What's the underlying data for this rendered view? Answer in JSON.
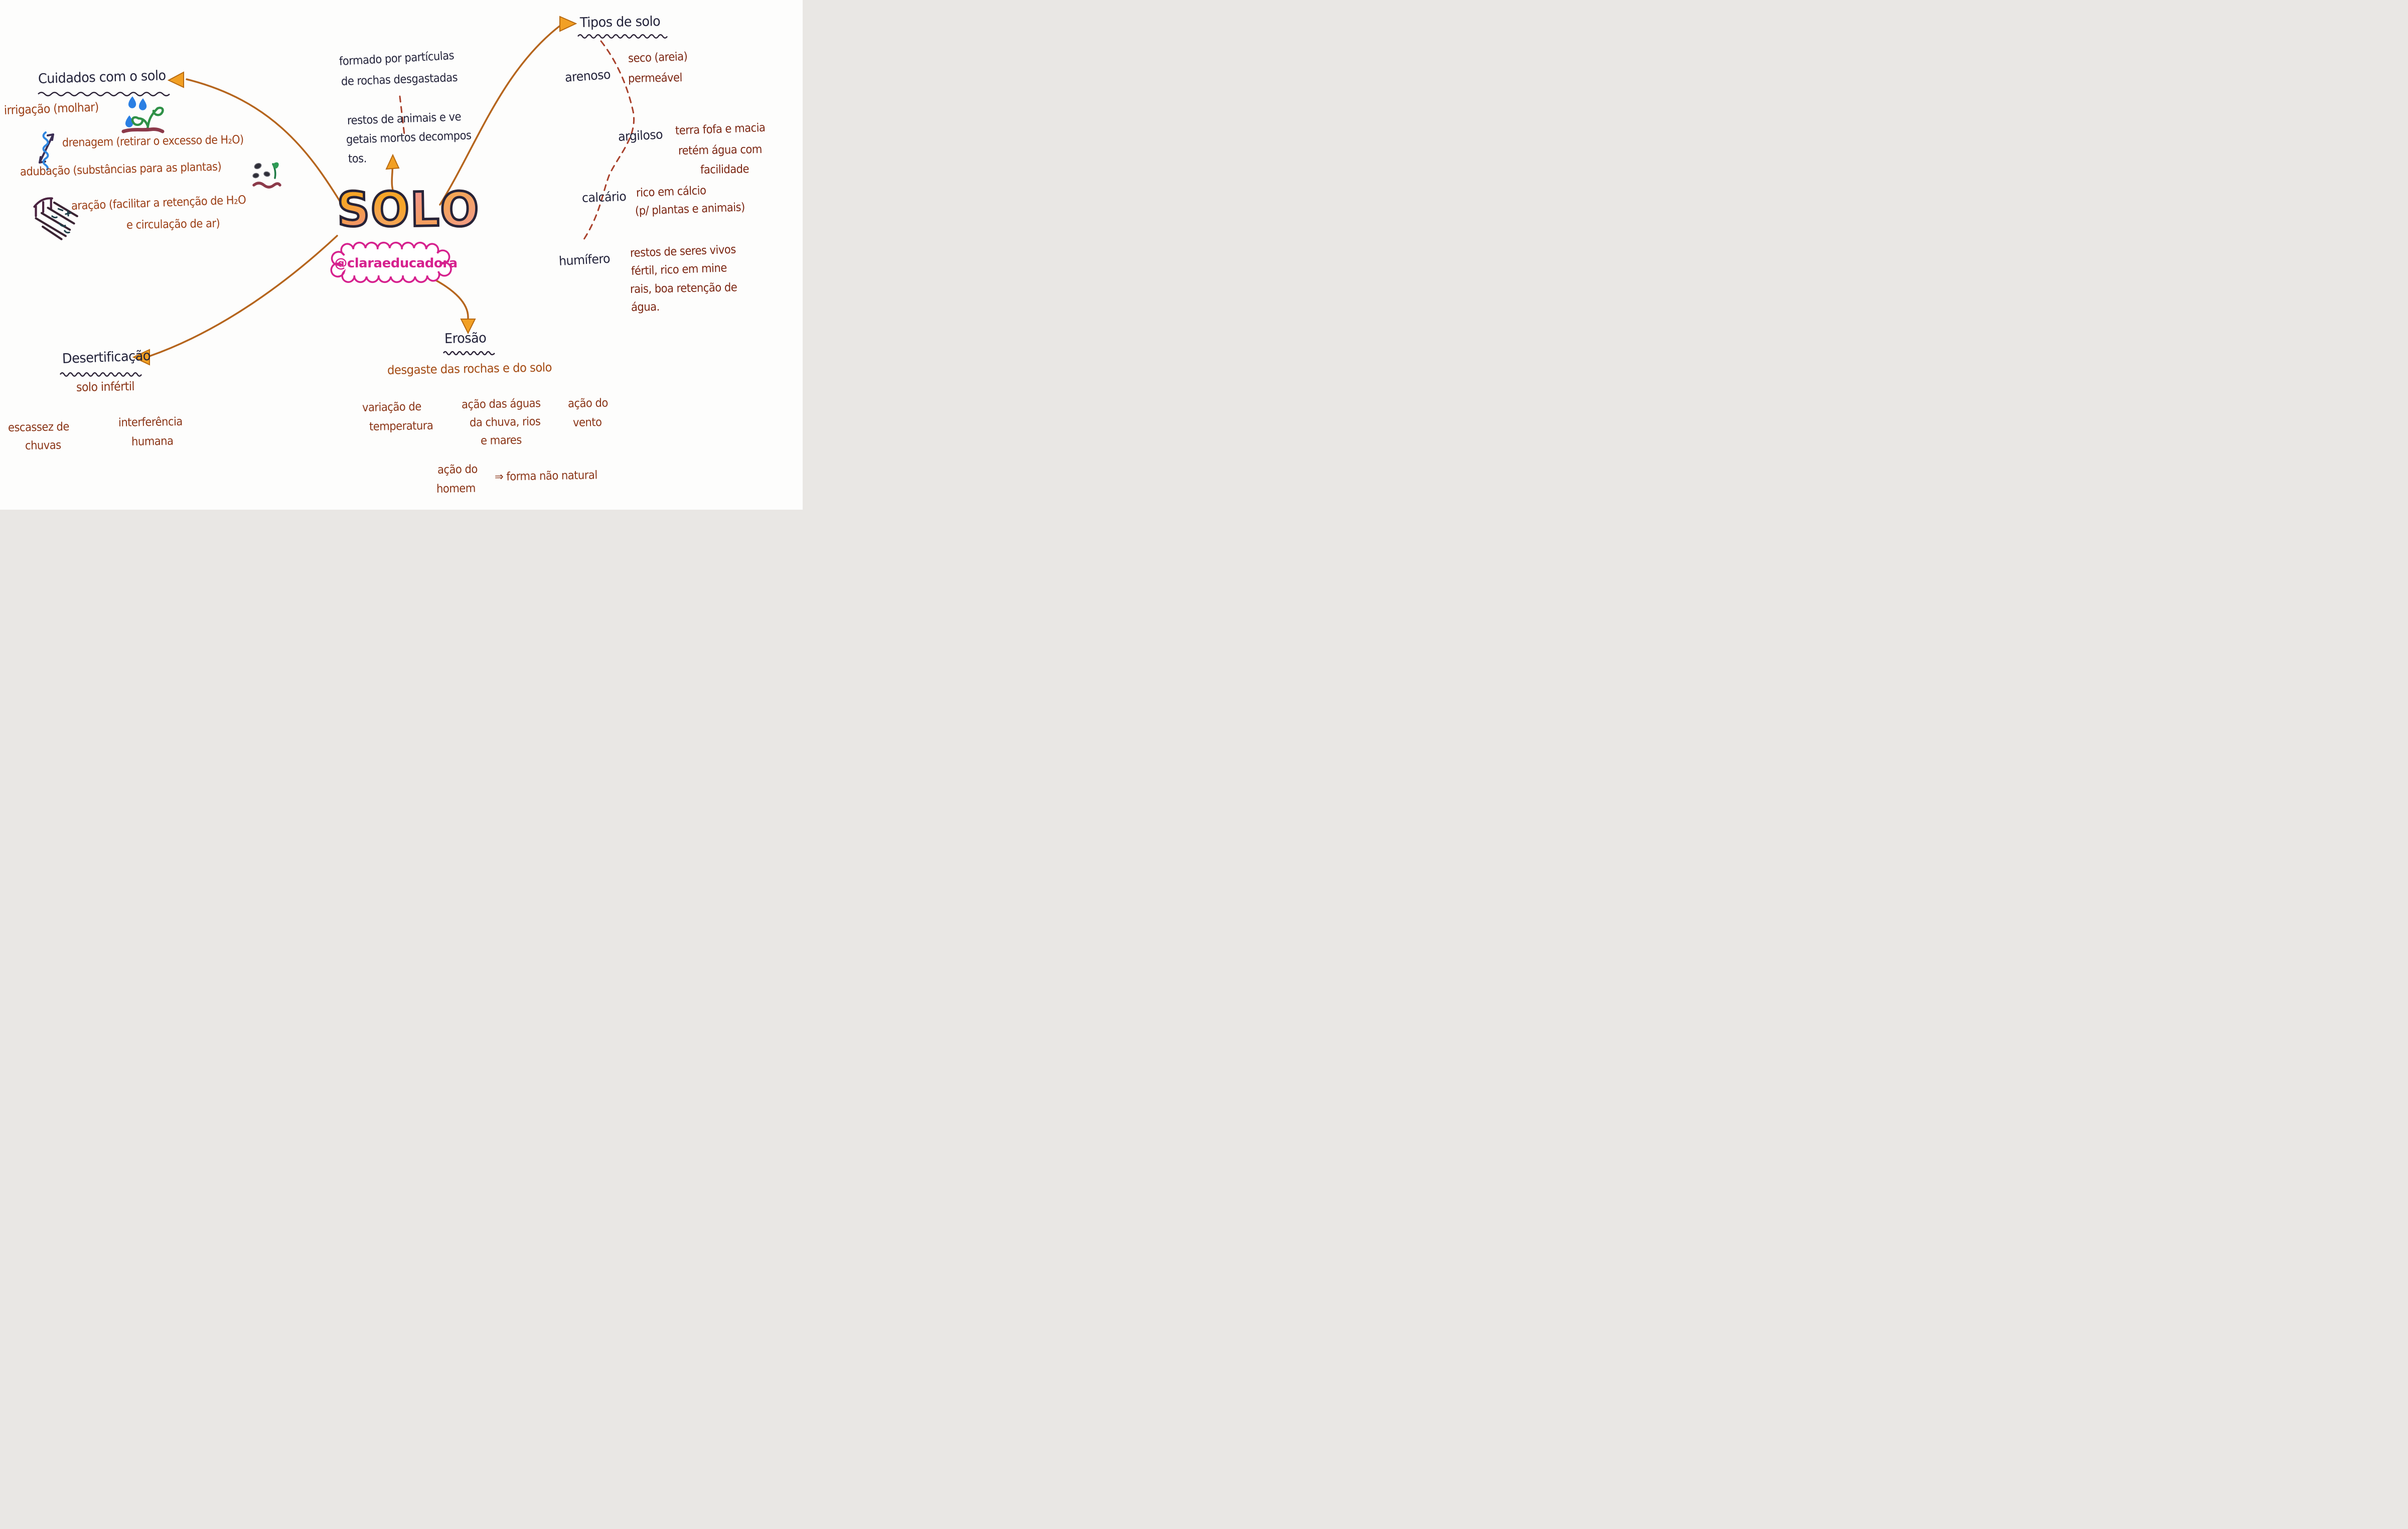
{
  "palette": {
    "ink": "#23233a",
    "brown_text": "#8a3517",
    "dark_red_text": "#7c2713",
    "connector_orange": "#b5651d",
    "arrowhead_orange": "#f2a024",
    "magenta": "#d6218e",
    "drop_blue": "#2a7fe3",
    "plant_green": "#2f9147",
    "soil_red": "#8c3a4a",
    "logo_orange": "#f7a528",
    "logo_pink": "#f0907c"
  },
  "center": {
    "title_letters": [
      "S",
      "O",
      "L",
      "O"
    ],
    "handle": "@claraeducadora",
    "definition_particles": [
      "formado por partículas",
      "de rochas desgastadas"
    ],
    "definition_organic": [
      "restos de animais e ve",
      "getais mortos decompos",
      "tos."
    ]
  },
  "cuidados": {
    "title": "Cuidados com o solo",
    "irrigacao": "irrigação (molhar)",
    "drenagem": "drenagem (retirar o excesso de H₂O)",
    "adubacao": "adubação (substâncias para as plantas)",
    "aracao": [
      "aração (facilitar a retenção de H₂O",
      "e circulação de ar)"
    ]
  },
  "tipos": {
    "title": "Tipos de solo",
    "arenoso": {
      "name": "arenoso",
      "lines": [
        "seco (areia)",
        "permeável"
      ]
    },
    "argiloso": {
      "name": "argiloso",
      "lines": [
        "terra fofa e macia",
        "retém água com",
        "facilidade"
      ]
    },
    "calcario": {
      "name": "calcário",
      "lines": [
        "rico em cálcio",
        "(p/ plantas e animais)"
      ]
    },
    "humifero": {
      "name": "humífero",
      "lines": [
        "restos de seres vivos",
        "fértil, rico em mine",
        "rais, boa retenção de",
        "água."
      ]
    }
  },
  "desertificacao": {
    "title": "Desertificação",
    "subtitle": "solo infértil",
    "causa_chuvas": [
      "escassez de",
      "chuvas"
    ],
    "causa_humana": [
      "interferência",
      "humana"
    ]
  },
  "erosao": {
    "title": "Erosão",
    "subtitle": "desgaste das rochas e do solo",
    "causa_temperatura": [
      "variação de",
      "temperatura"
    ],
    "causa_aguas": [
      "ação das águas",
      "da chuva, rios",
      "e mares"
    ],
    "causa_vento": [
      "ação do",
      "vento"
    ],
    "causa_homem": [
      "ação do",
      "homem"
    ],
    "nota": "⇒ forma não natural"
  },
  "icons": {
    "irrigation": "water-drops-and-sprout",
    "drainage": "zigzag-water-arrow",
    "fertilizer": "seeds-and-sprout",
    "plowing": "rake-and-furrows"
  }
}
